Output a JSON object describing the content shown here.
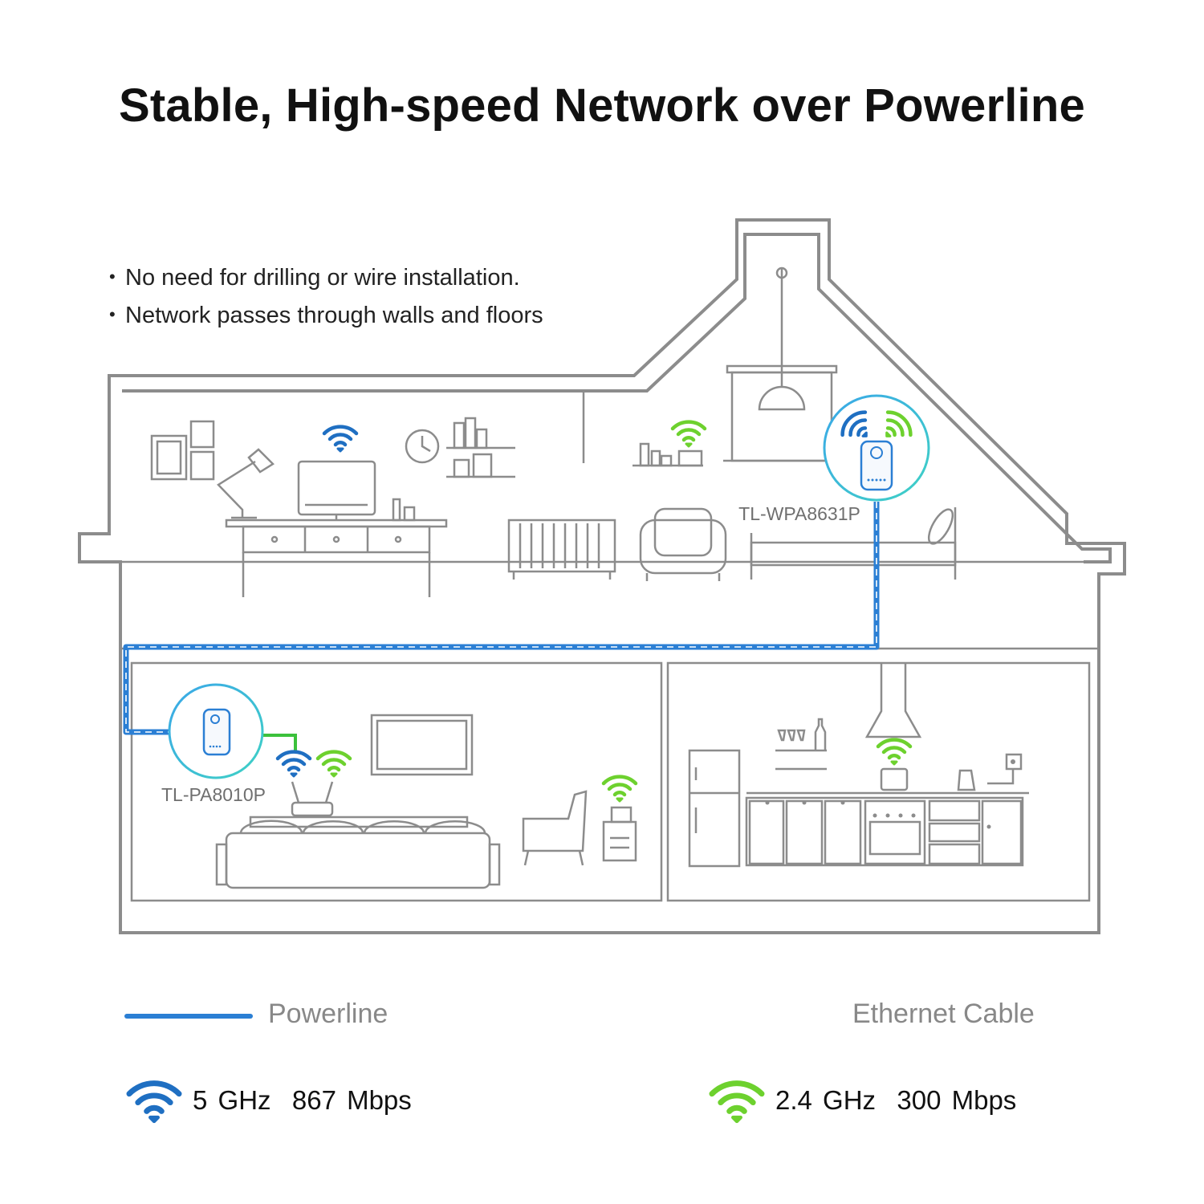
{
  "title": "Stable, High-speed Network over Powerline",
  "bullets": [
    "No need for drilling or wire installation.",
    "Network passes through walls and floors"
  ],
  "devices": {
    "extender_label": "TL-WPA8631P",
    "adapter_label": "TL-PA8010P"
  },
  "legend": {
    "powerline": "Powerline",
    "ethernet": "Ethernet Cable"
  },
  "wifi": {
    "band_5": "5 GHz  867 Mbps",
    "band_24": "2.4 GHz  300 Mbps"
  },
  "colors": {
    "powerline": "#2b7fd4",
    "ethernet": "#3cc13c",
    "wifi_5ghz": "#1f6fc2",
    "wifi_24ghz": "#6dd12e",
    "house_outline": "#8c8c8c"
  }
}
